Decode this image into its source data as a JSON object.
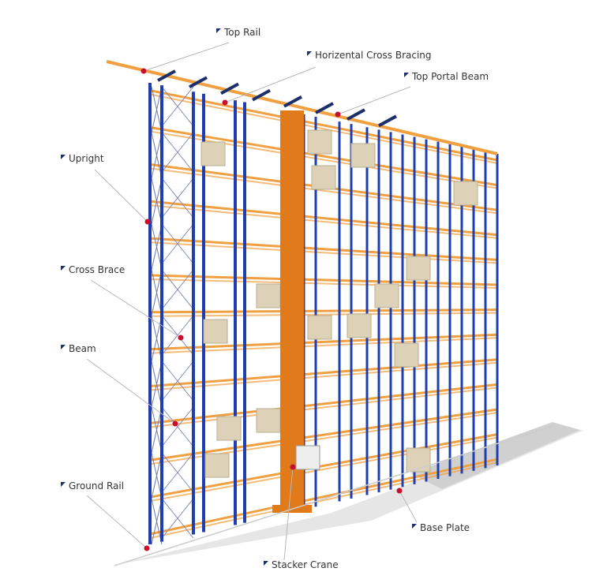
{
  "colors": {
    "upright": "#1f3fb0",
    "beam": "#f0a040",
    "crane": "#e07a1a",
    "pointer": "#c8102e",
    "leader": "#b8b8b8",
    "pallet": "#ddd2b8"
  },
  "labels": [
    {
      "id": "top-rail",
      "text": "Top Rail"
    },
    {
      "id": "horizontal-cross-bracing",
      "text": "Horizental Cross Bracing"
    },
    {
      "id": "top-portal-beam",
      "text": "Top Portal Beam"
    },
    {
      "id": "upright",
      "text": "Upright"
    },
    {
      "id": "cross-brace",
      "text": "Cross Brace"
    },
    {
      "id": "beam",
      "text": "Beam"
    },
    {
      "id": "ground-rail",
      "text": "Ground Rail"
    },
    {
      "id": "stacker-crane",
      "text": "Stacker Crane"
    },
    {
      "id": "base-plate",
      "text": "Base Plate"
    }
  ]
}
